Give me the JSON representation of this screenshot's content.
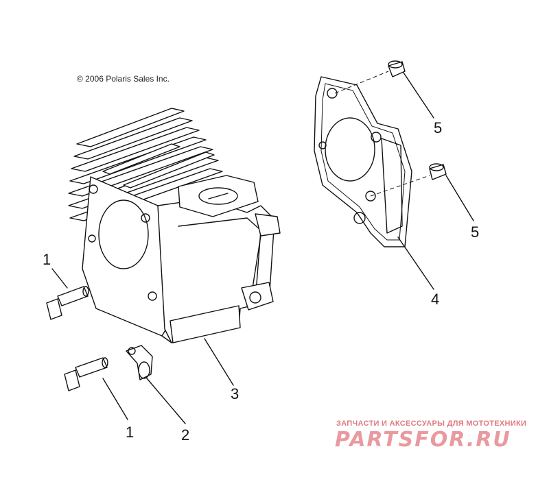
{
  "copyright": "© 2006 Polaris Sales Inc.",
  "callouts": {
    "bolt_upper": "1",
    "bolt_lower": "1",
    "clamp": "2",
    "cylinder": "3",
    "gasket": "4",
    "dowel_upper": "5",
    "dowel_lower": "5"
  },
  "watermark": {
    "subtitle": "ЗАПЧАСТИ И АКСЕССУАРЫ ДЛЯ МОТОТЕХНИКИ",
    "brand": "PARTSFOR.RU"
  }
}
